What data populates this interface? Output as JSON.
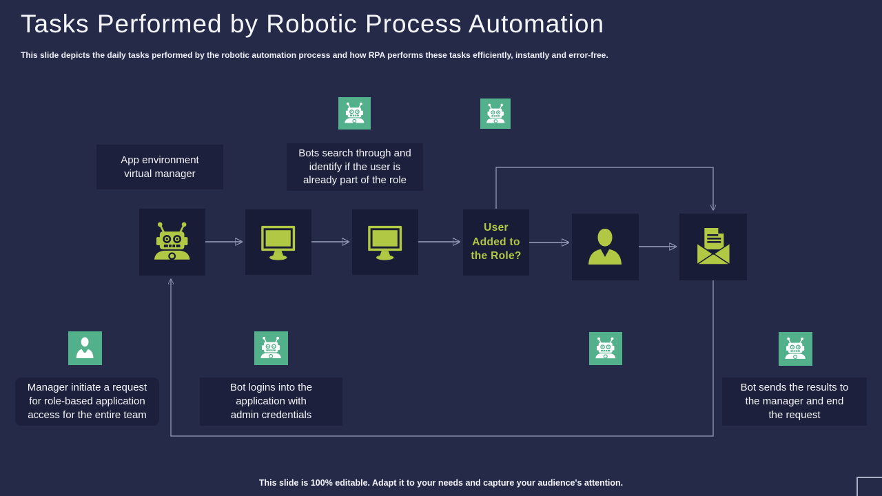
{
  "header": {
    "title": "Tasks Performed by Robotic Process Automation",
    "subtitle": "This slide depicts the daily tasks performed by the robotic automation process and how RPA performs these tasks efficiently, instantly and error-free."
  },
  "footer": {
    "text": "This slide is 100% editable. Adapt it to your needs and capture your audience's attention."
  },
  "colors": {
    "background": "#252a49",
    "flow_box": "#181c36",
    "caption_box": "#1c203c",
    "accent_teal": "#52b08b",
    "accent_lime": "#b1c844",
    "connector": "#9aa1bc",
    "text": "#ffffff"
  },
  "notes": {
    "app_env": "App environment\nvirtual manager",
    "bots_search": "Bots search through and\nidentify if the user is\nalready part of the role",
    "manager_request": "Manager initiate a request\nfor role-based application\naccess for the entire team",
    "bot_logins": "Bot logins into the\napplication with\nadmin credentials",
    "bot_sends": "Bot sends the results to\nthe manager and end\nthe request"
  },
  "flow": {
    "decision_label": "User\nAdded to\nthe Role?",
    "steps": [
      "robot",
      "app-screen",
      "app-screen",
      "decision",
      "user",
      "mail-result"
    ]
  }
}
